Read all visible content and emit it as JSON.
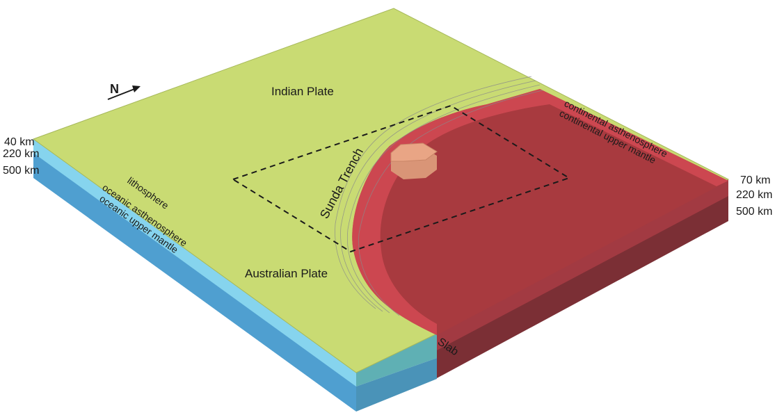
{
  "compass": {
    "label": "N"
  },
  "plates": {
    "indian": "Indian Plate",
    "australian": "Australian Plate"
  },
  "features": {
    "trench": "Sunda Trench",
    "slab": "Slab"
  },
  "oceanic_layers": {
    "lithosphere": "lithosphere",
    "asthenosphere": "oceanic asthenosphere",
    "upper_mantle": "oceanic upper mantle"
  },
  "continental_layers": {
    "asthenosphere": "continental asthenosphere",
    "upper_mantle": "continental upper mantle"
  },
  "depths_left": {
    "d1": "40 km",
    "d2": "220 km",
    "d3": "500 km"
  },
  "depths_right": {
    "d1": "70 km",
    "d2": "220 km",
    "d3": "500 km"
  },
  "colors": {
    "plate_surface": "#c9db73",
    "oceanic_asthenosphere": "#7fd1ec",
    "oceanic_upper_mantle": "#4f9fd0",
    "continental_surface": "#a83a3f",
    "continental_asthenosphere": "#d24a53",
    "continental_upper_mantle": "#7b2f35",
    "overriding_block": "#e9a585"
  }
}
